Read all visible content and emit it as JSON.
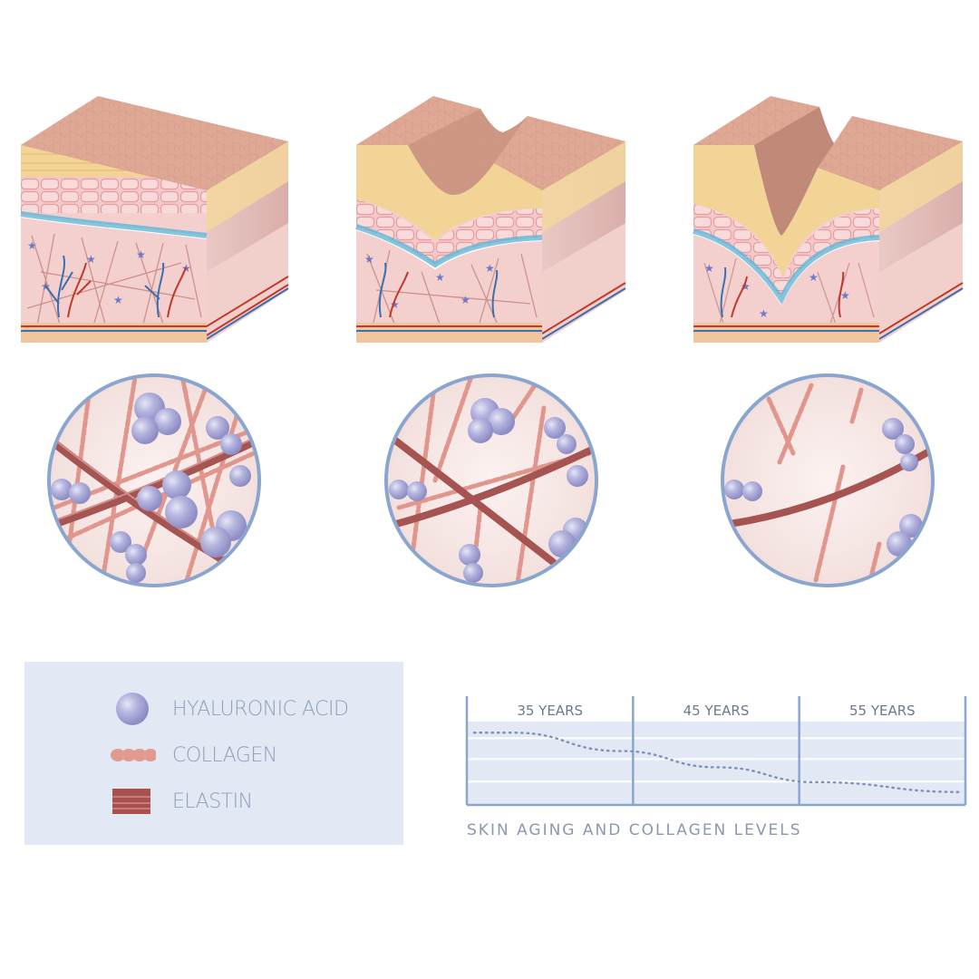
{
  "legend": {
    "items": [
      {
        "label": "HYALURONIC ACID",
        "icon": "sphere-icon",
        "color": "#a9a8d6"
      },
      {
        "label": "COLLAGEN",
        "icon": "bead-chain-icon",
        "color": "#e29a90"
      },
      {
        "label": "ELASTIN",
        "icon": "fiber-bundle-icon",
        "color": "#a9514f"
      }
    ]
  },
  "chart_data": {
    "type": "line",
    "title": "SKIN AGING AND COLLAGEN LEVELS",
    "categories": [
      "35 YEARS",
      "45 YEARS",
      "55 YEARS"
    ],
    "series": [
      {
        "x": [
          0,
          0.08,
          0.3,
          0.5,
          0.7,
          1.0
        ],
        "values": [
          0.92,
          0.92,
          0.66,
          0.43,
          0.22,
          0.08
        ]
      }
    ],
    "ylim": [
      0,
      1
    ],
    "style": "dotted",
    "grid": true
  },
  "colors": {
    "skin_top": "#d9a48e",
    "fat_layer": "#f4d79a",
    "dermis": "#f2c0c2",
    "basal_cells": "#5ab3d4",
    "vessel_red": "#c0392b",
    "vessel_blue": "#3a6fb0",
    "zoom_ring": "#8aa6cf",
    "zoom_bg": "#f6e8e6"
  }
}
